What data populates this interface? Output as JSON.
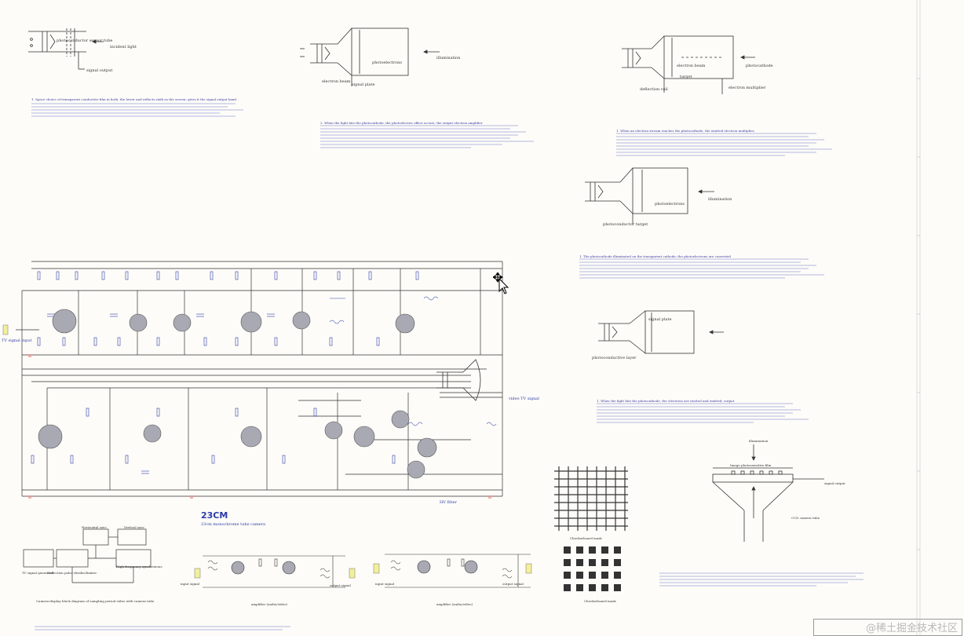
{
  "main_title": "23CM",
  "subtitle": "23cm monochrome tube camera",
  "watermark": "@稀土掘金技术社区",
  "icons": [
    "move-cursor-icon"
  ],
  "tube_diagrams": [
    {
      "label_a": "photoconductor sensor tube",
      "label_b": "signal output",
      "label_c": "incident light"
    },
    {
      "label_a": "electron beam",
      "label_b": "signal plate",
      "label_c": "photoelectrons",
      "label_d": "illumination"
    },
    {
      "label_a": "deflection coil",
      "label_b": "electron beam",
      "label_c": "target",
      "label_d": "electron multiplier",
      "label_e": "photocathode"
    },
    {
      "label_a": "photoconductor target",
      "label_b": "photoelectrons",
      "label_c": "illumination"
    },
    {
      "label_a": "signal plate",
      "label_b": "photoconductive layer"
    }
  ],
  "circuit": {
    "input_label": "TV signal input",
    "output_label": "video TV signal",
    "bottom_label": "HV filter"
  },
  "block_diagram": {
    "boxes": [
      "TV signal generator",
      "Deflection pulse divider/limiter",
      "Horizontal sync",
      "Vertical sync",
      "High-frequency synchronous"
    ],
    "caption": "Camera-display block diagram of sampling period video with camera tube"
  },
  "amplifiers": [
    {
      "caption": "amplifier (audio/video)",
      "in": "input signal",
      "out": "output signal"
    },
    {
      "caption": "amplifier (audio/video)",
      "in": "input signal",
      "out": "output signal"
    }
  ],
  "grids": [
    "Checkerboard mask",
    "Checkerboard mask"
  ],
  "sensor_figure": {
    "labels": [
      "illumination",
      "Image photosensitive film",
      "signal output",
      "CCD camera tube"
    ]
  },
  "notes": {
    "n1": "1. Space choice of transparent conductive film in both, the lower and reflects sixth as the screen; gives it the signal output band",
    "n2": "2. When the light hits the photocathode, the photoelectric effect occurs; the output electron amplifier",
    "n3": "1. When an electron stream reaches the photocathode, the emitted electron multiplies",
    "n4": "1. The photocathode illuminated on the transparent cathode; the photoelectrons are converted",
    "n5": "1. When the light hits the photocathode, the electrons are excited and emitted; output"
  }
}
